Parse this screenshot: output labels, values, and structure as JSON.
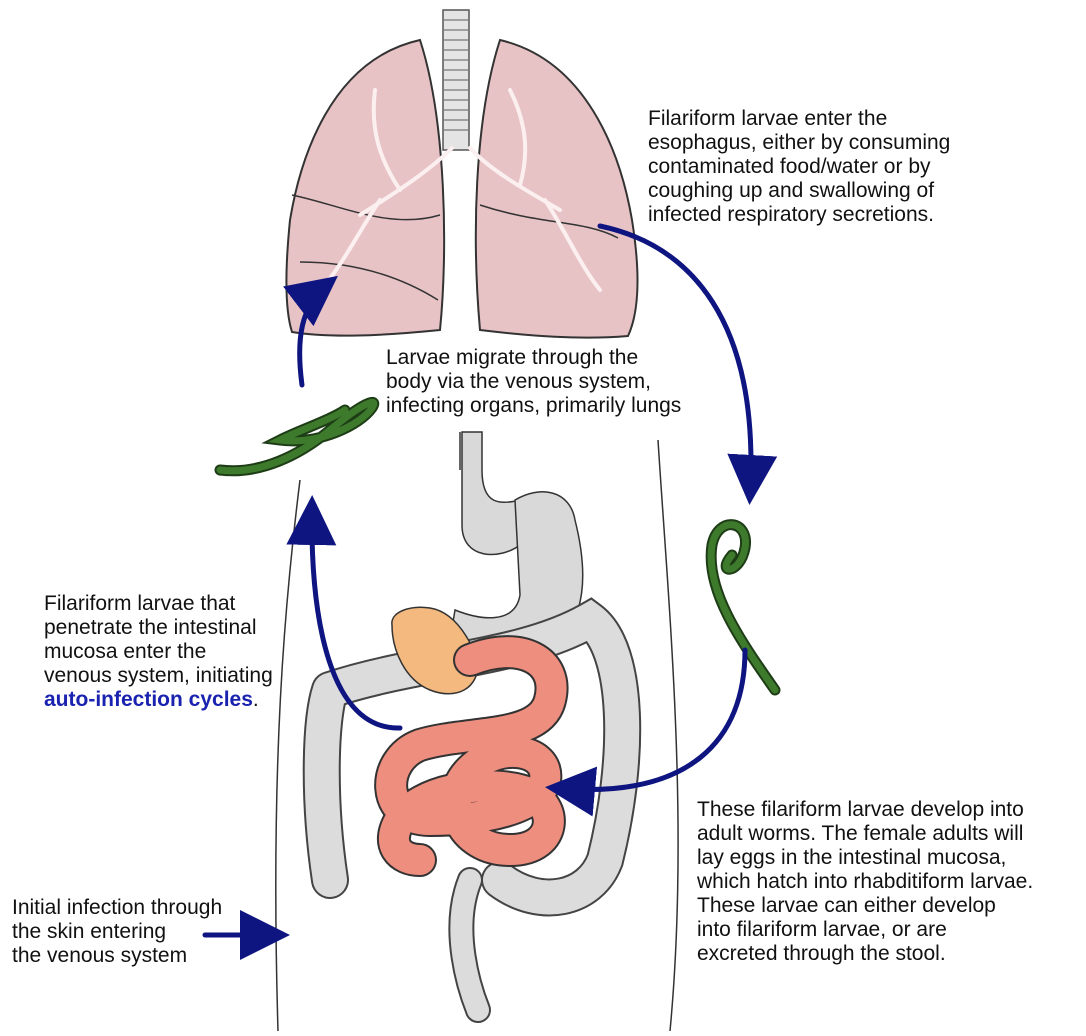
{
  "labels": {
    "esophagus": "Filariform larvae enter the\nesophagus, either by consuming\ncontaminated food/water or by\ncoughing up and swallowing of\ninfected respiratory secretions.",
    "migration": "Larvae migrate through the\nbody via the venous system,\ninfecting organs, primarily lungs",
    "autoinfection_text": "Filariform larvae that\npenetrate the intestinal\nmucosa enter the\nvenous system, initiating\n",
    "autoinfection_highlight": "auto-infection cycles",
    "autoinfection_end": ".",
    "development": "These filariform larvae develop into\nadult worms. The female adults will\nlay eggs in the intestinal mucosa,\nwhich hatch into rhabditiform larvae.\nThese larvae can either develop\ninto filariform larvae, or are\nexcreted through the stool.",
    "initial": "Initial infection through\nthe skin entering\nthe venous system"
  },
  "colors": {
    "arrow": "#0e1580",
    "highlight": "#1a22b0",
    "lung_fill": "#e8c3c6",
    "intestine_fill": "#ee8e7f",
    "colon_fill": "#dcdcdc",
    "pancreas_fill": "#f3b97f",
    "larva_fill": "#3e7a2b"
  }
}
